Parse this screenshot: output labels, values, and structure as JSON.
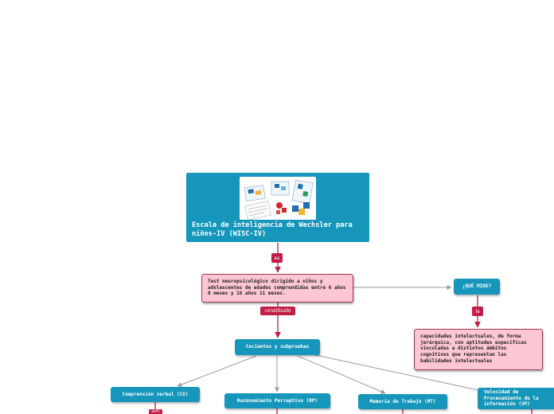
{
  "main_topic": {
    "title": "Escala de inteligencia de Wechsler para niños-IV (WISC-IV)",
    "image": "wisc-iv-test-kit-photo"
  },
  "connectors": {
    "es": "es",
    "constituido": "constituido",
    "la": "la",
    "son": "son"
  },
  "definition_box": "Test neuropsicológico dirigido a niños y adolescentes de edades comprendidas entre 6 años 0 meses y 16 años 11 meses.",
  "que_mide": "¿QUÉ MIDE?",
  "mide_box": "capacidades intelectuales, de forma jerárquica, con aptitudes específicas vinculadas a distintos ámbitos cognitivos que representan las habilidades intelectuales",
  "cocientes": "Cocientes y subpruebas",
  "indices": [
    "Comprensión verbal (CV)",
    "Razonamiento Perceptivo (RP)",
    "Memoria de Trabajo (MT)",
    "Velocidad de Procesamiento de la información (VP)"
  ],
  "colors": {
    "topic_blue": "#1596ba",
    "connector_red": "#c01f45",
    "pink_fill": "#fcc6d2",
    "pink_border": "#9c3a52",
    "line_gray": "#9a9a9a"
  }
}
